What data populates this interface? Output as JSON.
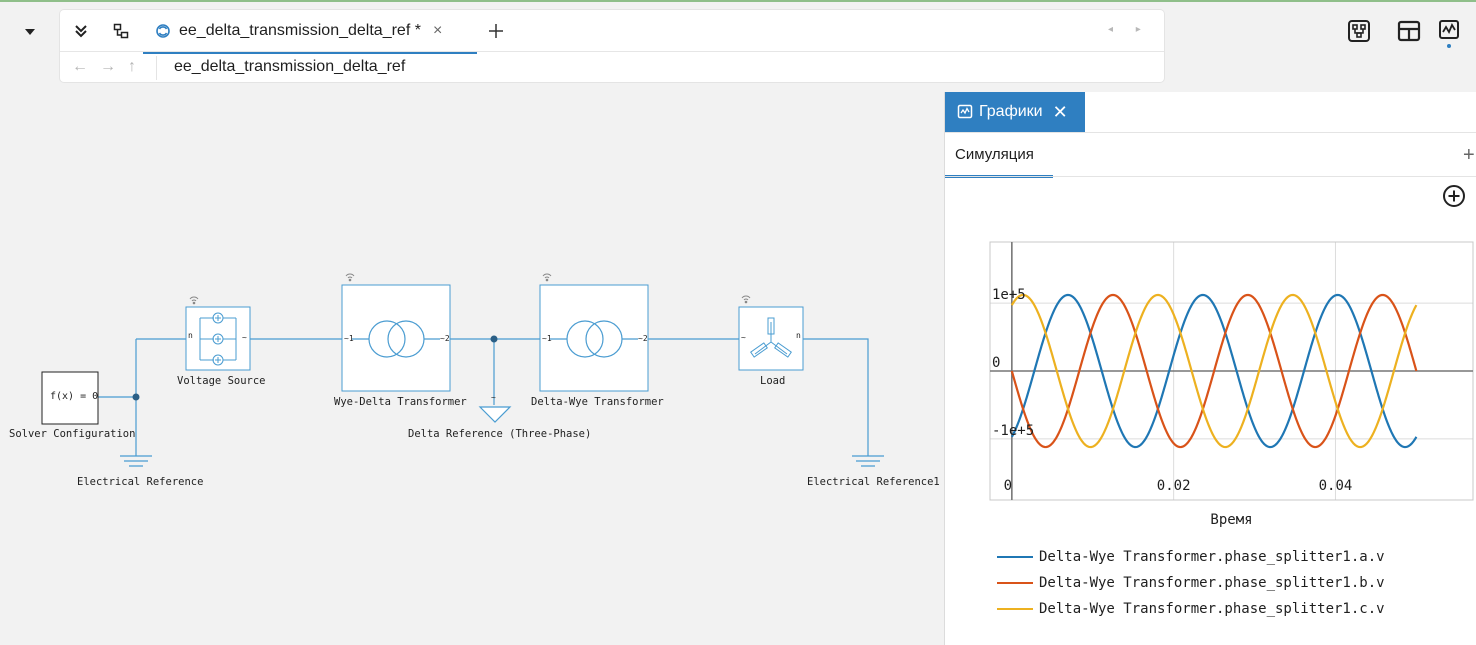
{
  "tabs": {
    "active_title": "ee_delta_transmission_delta_ref *",
    "close_glyph": "×",
    "add_glyph": "+",
    "scroll_glyphs": "◂ ▸"
  },
  "path": {
    "back_glyph": "←",
    "forward_glyph": "→",
    "up_glyph": "↑",
    "current": "ee_delta_transmission_delta_ref"
  },
  "toolbar": {
    "icons": [
      "model-library-icon",
      "grid-layout-icon",
      "plots-icon"
    ]
  },
  "diagram": {
    "blocks": {
      "solver": {
        "text": "f(x) = 0",
        "label": "Solver Configuration"
      },
      "electrical_ref": {
        "label": "Electrical Reference"
      },
      "voltage_source": {
        "label": "Voltage Source",
        "port_n": "n",
        "port_out": "~"
      },
      "wye_delta": {
        "label": "Wye-Delta Transformer",
        "port_in": "~1",
        "port_out": "~2"
      },
      "delta_ref": {
        "label": "Delta Reference (Three-Phase)",
        "port": "~"
      },
      "delta_wye": {
        "label": "Delta-Wye Transformer",
        "port_in": "~1",
        "port_out": "~2"
      },
      "load": {
        "label": "Load",
        "port_in": "~",
        "port_n": "n"
      },
      "electrical_ref1": {
        "label": "Electrical Reference1"
      }
    }
  },
  "plots_panel": {
    "tab_label": "Графики",
    "close_glyph": "✕",
    "subtab_label": "Симуляция",
    "subtab_add": "+"
  },
  "chart_data": {
    "type": "line",
    "xlabel": "Время",
    "ylabel": "",
    "xlim": [
      -0.0027,
      0.057
    ],
    "ylim": [
      -190000,
      190000
    ],
    "xticks": [
      {
        "v": 0,
        "label": "0"
      },
      {
        "v": 0.02,
        "label": "0.02"
      },
      {
        "v": 0.04,
        "label": "0.04"
      }
    ],
    "yticks": [
      {
        "v": 100000,
        "label": "1e+5"
      },
      {
        "v": 0,
        "label": "0"
      },
      {
        "v": -100000,
        "label": "-1e+5"
      }
    ],
    "grid": true,
    "legend_position": "bottom",
    "sine": {
      "amplitude": 112000,
      "frequency": 60,
      "x_start": 0,
      "x_end": 0.05
    },
    "series": [
      {
        "name": "Delta-Wye Transformer.phase_splitter1.a.v",
        "color": "#1f77b4",
        "phase_deg": -60
      },
      {
        "name": "Delta-Wye Transformer.phase_splitter1.b.v",
        "color": "#d95319",
        "phase_deg": 180
      },
      {
        "name": "Delta-Wye Transformer.phase_splitter1.c.v",
        "color": "#edb120",
        "phase_deg": 60
      }
    ]
  }
}
